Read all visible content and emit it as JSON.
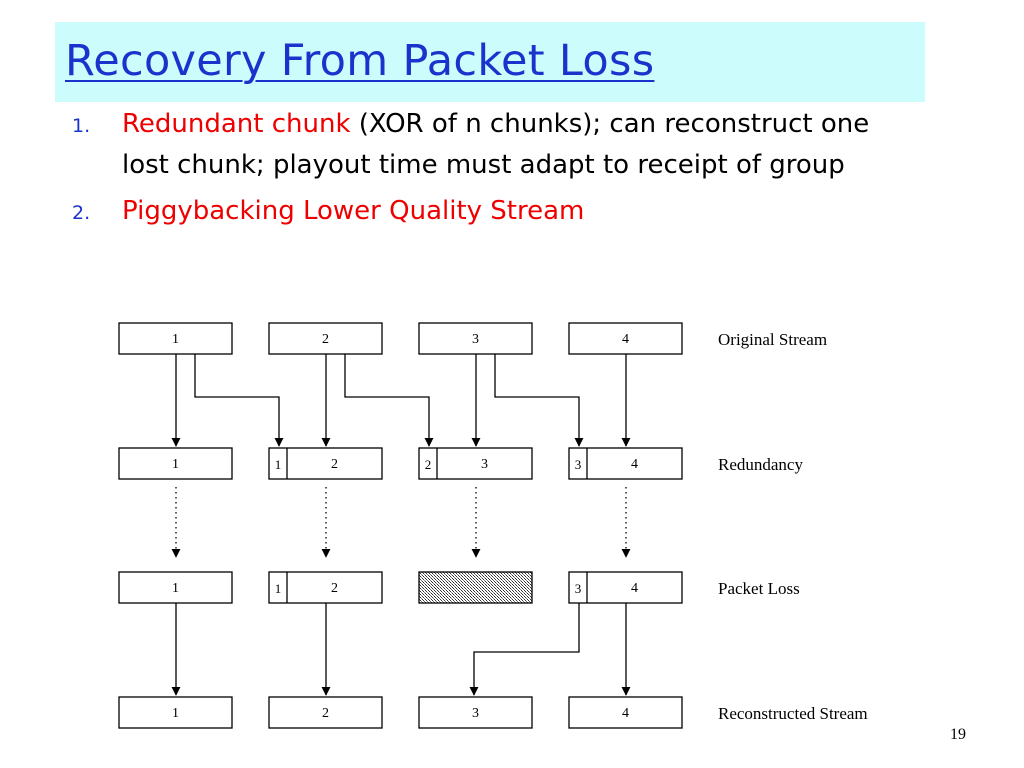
{
  "slide": {
    "title": "Recovery From Packet Loss",
    "bullets": [
      {
        "number": "1.",
        "highlight": "Redundant chunk",
        "text": " (XOR of n chunks); can reconstruct one lost chunk; playout time must adapt to receipt of group"
      },
      {
        "number": "2.",
        "highlight": "Piggybacking Lower Quality Stream",
        "text": ""
      }
    ],
    "page_number": "19"
  },
  "diagram": {
    "rows": [
      {
        "label": "Original Stream",
        "packets": [
          {
            "main": "1"
          },
          {
            "main": "2"
          },
          {
            "main": "3"
          },
          {
            "main": "4"
          }
        ]
      },
      {
        "label": "Redundancy",
        "packets": [
          {
            "main": "1"
          },
          {
            "red": "1",
            "main": "2"
          },
          {
            "red": "2",
            "main": "3"
          },
          {
            "red": "3",
            "main": "4"
          }
        ]
      },
      {
        "label": "Packet Loss",
        "packets": [
          {
            "main": "1"
          },
          {
            "red": "1",
            "main": "2"
          },
          {
            "lost": true
          },
          {
            "red": "3",
            "main": "4"
          }
        ]
      },
      {
        "label": "Reconstructed Stream",
        "packets": [
          {
            "main": "1"
          },
          {
            "main": "2"
          },
          {
            "main": "3"
          },
          {
            "main": "4"
          }
        ]
      }
    ]
  }
}
